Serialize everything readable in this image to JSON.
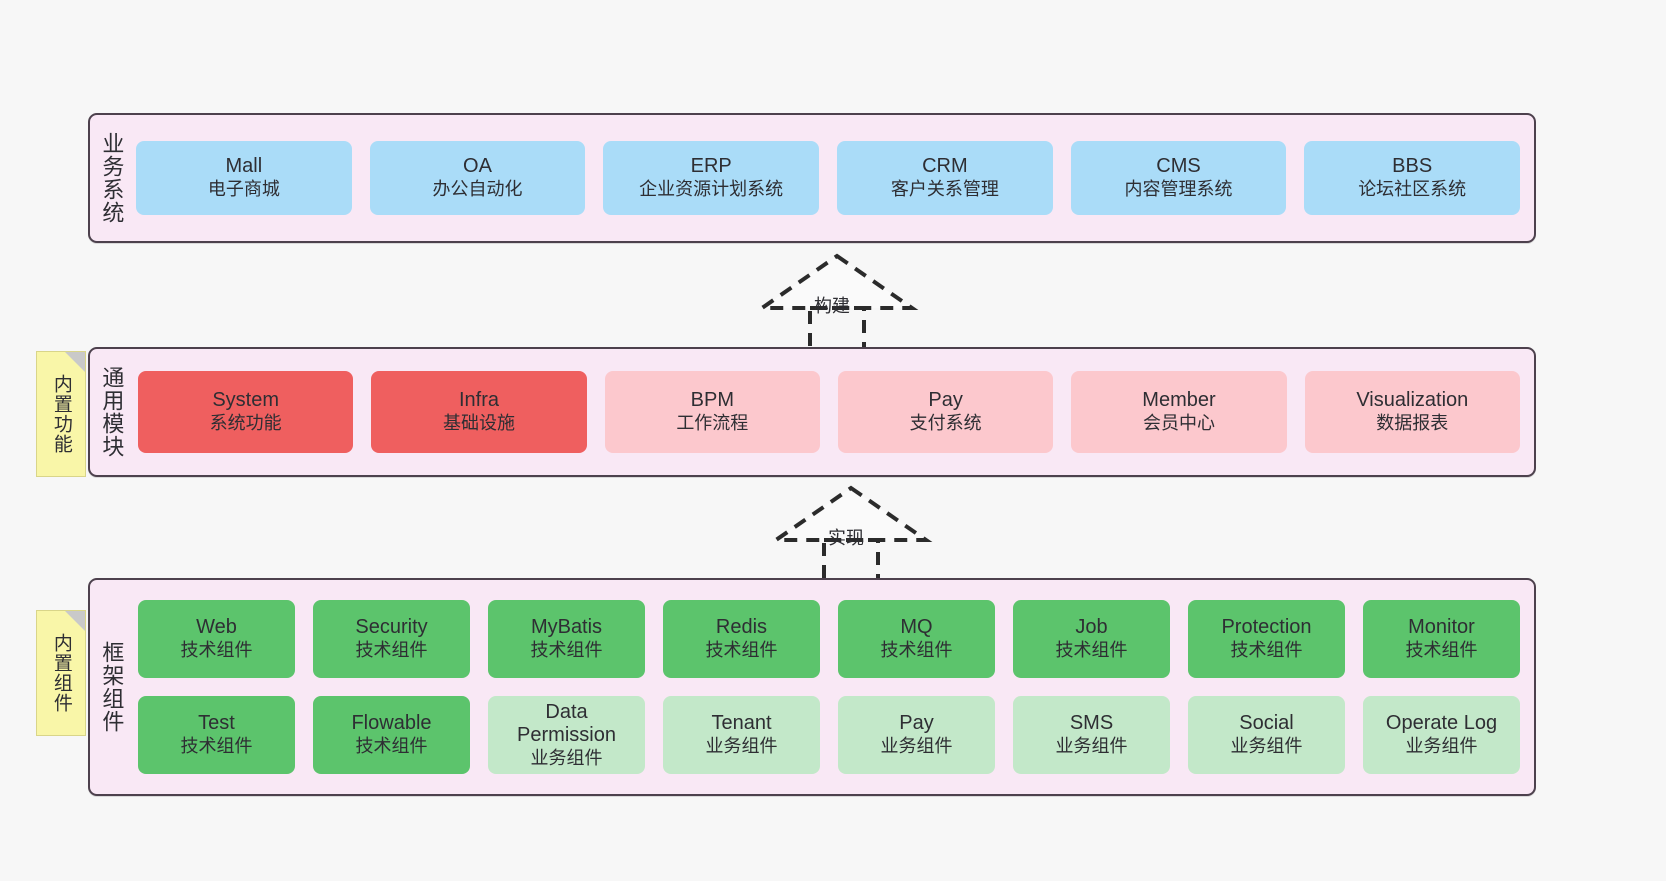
{
  "background_color": "#f7f7f7",
  "palette": {
    "container_fill": "#f9e8f5",
    "container_border": "#4d414d",
    "business": "#aadcf8",
    "module_core": "#ef5f5f",
    "module_optional": "#fcc8cd",
    "framework_tech": "#5cc46c",
    "framework_business": "#c3e8c9",
    "note_fill": "#f9f6a8"
  },
  "layers": {
    "business": {
      "title": "业务系统",
      "nodes": [
        {
          "name": "Mall",
          "desc": "电子商城"
        },
        {
          "name": "OA",
          "desc": "办公自动化"
        },
        {
          "name": "ERP",
          "desc": "企业资源计划系统"
        },
        {
          "name": "CRM",
          "desc": "客户关系管理"
        },
        {
          "name": "CMS",
          "desc": "内容管理系统"
        },
        {
          "name": "BBS",
          "desc": "论坛社区系统"
        }
      ]
    },
    "modules": {
      "title": "通用模块",
      "nodes": [
        {
          "name": "System",
          "desc": "系统功能"
        },
        {
          "name": "Infra",
          "desc": "基础设施"
        },
        {
          "name": "BPM",
          "desc": "工作流程"
        },
        {
          "name": "Pay",
          "desc": "支付系统"
        },
        {
          "name": "Member",
          "desc": "会员中心"
        },
        {
          "name": "Visualization",
          "desc": "数据报表"
        }
      ]
    },
    "framework": {
      "title": "框架组件",
      "row1": [
        {
          "name": "Web",
          "desc": "技术组件"
        },
        {
          "name": "Security",
          "desc": "技术组件"
        },
        {
          "name": "MyBatis",
          "desc": "技术组件"
        },
        {
          "name": "Redis",
          "desc": "技术组件"
        },
        {
          "name": "MQ",
          "desc": "技术组件"
        },
        {
          "name": "Job",
          "desc": "技术组件"
        },
        {
          "name": "Protection",
          "desc": "技术组件"
        },
        {
          "name": "Monitor",
          "desc": "技术组件"
        }
      ],
      "row2": [
        {
          "name": "Test",
          "desc": "技术组件"
        },
        {
          "name": "Flowable",
          "desc": "技术组件"
        },
        {
          "name": "Data Permission",
          "desc": "业务组件"
        },
        {
          "name": "Tenant",
          "desc": "业务组件"
        },
        {
          "name": "Pay",
          "desc": "业务组件"
        },
        {
          "name": "SMS",
          "desc": "业务组件"
        },
        {
          "name": "Social",
          "desc": "业务组件"
        },
        {
          "name": "Operate Log",
          "desc": "业务组件"
        }
      ]
    }
  },
  "notes": [
    {
      "id": "functions",
      "label": "内置功能"
    },
    {
      "id": "components",
      "label": "内置组件"
    }
  ],
  "arrows": [
    {
      "id": "build",
      "label": "构建",
      "style": "dashed-hollow-triangle",
      "direction": "up"
    },
    {
      "id": "realize",
      "label": "实现",
      "style": "dashed-hollow-triangle",
      "direction": "up"
    }
  ]
}
